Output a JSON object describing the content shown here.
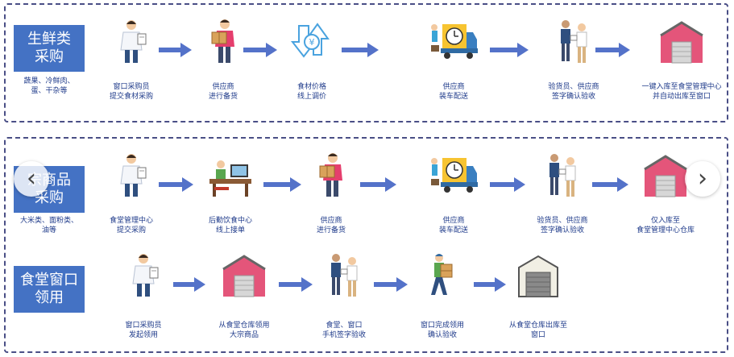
{
  "rows": [
    {
      "category": {
        "line1": "生鲜类",
        "line2": "采购"
      },
      "description": {
        "line1": "蔬果、冷鲜肉、",
        "line2": "蛋、干杂等"
      },
      "steps": [
        {
          "icon": "clipboard-worker-icon",
          "line1": "窗口采购员",
          "line2": "提交食材采购"
        },
        {
          "icon": "supplier-box-icon",
          "line1": "供应商",
          "line2": "进行备货"
        },
        {
          "icon": "price-adjust-icon",
          "line1": "食材价格",
          "line2": "线上调价"
        },
        {
          "icon": "delivery-truck-icon",
          "line1": "供应商",
          "line2": "装车配送"
        },
        {
          "icon": "handover-check-icon",
          "line1": "验货员、供应商",
          "line2": "签字确认验收"
        },
        {
          "icon": "warehouse-icon",
          "line1": "一键入库至食堂管理中心",
          "line2": "并自动出库至窗口"
        }
      ]
    },
    {
      "category": {
        "line1": "宗商品",
        "line2": "采购"
      },
      "description": {
        "line1": "大米类、面粉类、",
        "line2": "油等"
      },
      "steps": [
        {
          "icon": "clipboard-worker-icon",
          "line1": "食堂管理中心",
          "line2": "提交采购"
        },
        {
          "icon": "office-desk-icon",
          "line1": "后勤饮食中心",
          "line2": "线上接单"
        },
        {
          "icon": "supplier-box-icon",
          "line1": "供应商",
          "line2": "进行备货"
        },
        {
          "icon": "delivery-truck-icon",
          "line1": "供应商",
          "line2": "装车配送"
        },
        {
          "icon": "handover-check-icon",
          "line1": "验货员、供应商",
          "line2": "签字确认验收"
        },
        {
          "icon": "warehouse-icon",
          "line1": "仅入库至",
          "line2": "食堂管理中心仓库"
        }
      ]
    },
    {
      "category": {
        "line1": "食堂窗口",
        "line2": "领用"
      },
      "description": {
        "line1": "",
        "line2": ""
      },
      "steps": [
        {
          "icon": "clipboard-worker-icon",
          "line1": "窗口采购员",
          "line2": "发起领用"
        },
        {
          "icon": "warehouse-icon",
          "line1": "从食堂仓库领用",
          "line2": "大宗商品"
        },
        {
          "icon": "handover-check-icon",
          "line1": "食堂、窗口",
          "line2": "手机签字验收"
        },
        {
          "icon": "carrying-boxes-icon",
          "line1": "窗口完成领用",
          "line2": "确认验收"
        },
        {
          "icon": "garage-store-icon",
          "line1": "从食堂仓库出库至",
          "line2": "窗口"
        }
      ]
    }
  ],
  "nav": {
    "prev": "‹",
    "next": "›"
  },
  "colors": {
    "box": "#4472c4",
    "arrow": "#5472c9",
    "border": "#4a4f86",
    "text": "#1e3a8a"
  }
}
